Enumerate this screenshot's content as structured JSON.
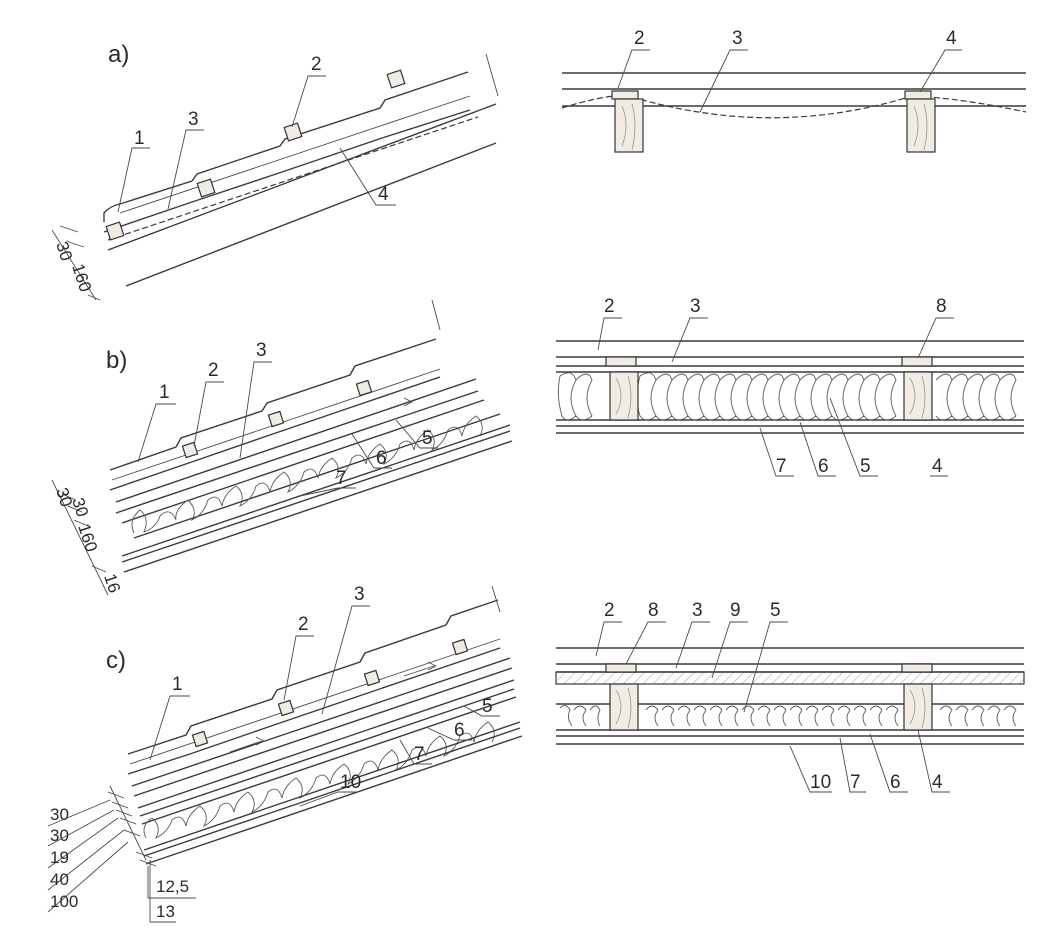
{
  "figure": {
    "sections": [
      {
        "id": "a",
        "label": "a)",
        "slope_callouts": [
          "1",
          "2",
          "3",
          "4"
        ],
        "slope_dims": [
          "30",
          "160"
        ],
        "section_callouts": [
          "2",
          "3",
          "4"
        ]
      },
      {
        "id": "b",
        "label": "b)",
        "slope_callouts": [
          "1",
          "2",
          "3",
          "5",
          "6",
          "7"
        ],
        "slope_dims": [
          "30",
          "30",
          "160",
          "16"
        ],
        "section_callouts": [
          "2",
          "3",
          "8",
          "7",
          "6",
          "5",
          "4"
        ]
      },
      {
        "id": "c",
        "label": "c)",
        "slope_callouts": [
          "1",
          "2",
          "3",
          "5",
          "6",
          "7",
          "10"
        ],
        "slope_dims": [
          "30",
          "30",
          "19",
          "40",
          "100",
          "12,5",
          "13"
        ],
        "section_callouts": [
          "2",
          "8",
          "3",
          "9",
          "5",
          "10",
          "7",
          "6",
          "4"
        ]
      }
    ]
  },
  "colors": {
    "ink": "#3a3a3a",
    "timber_fill": "#f1ece3",
    "background": "#ffffff"
  }
}
